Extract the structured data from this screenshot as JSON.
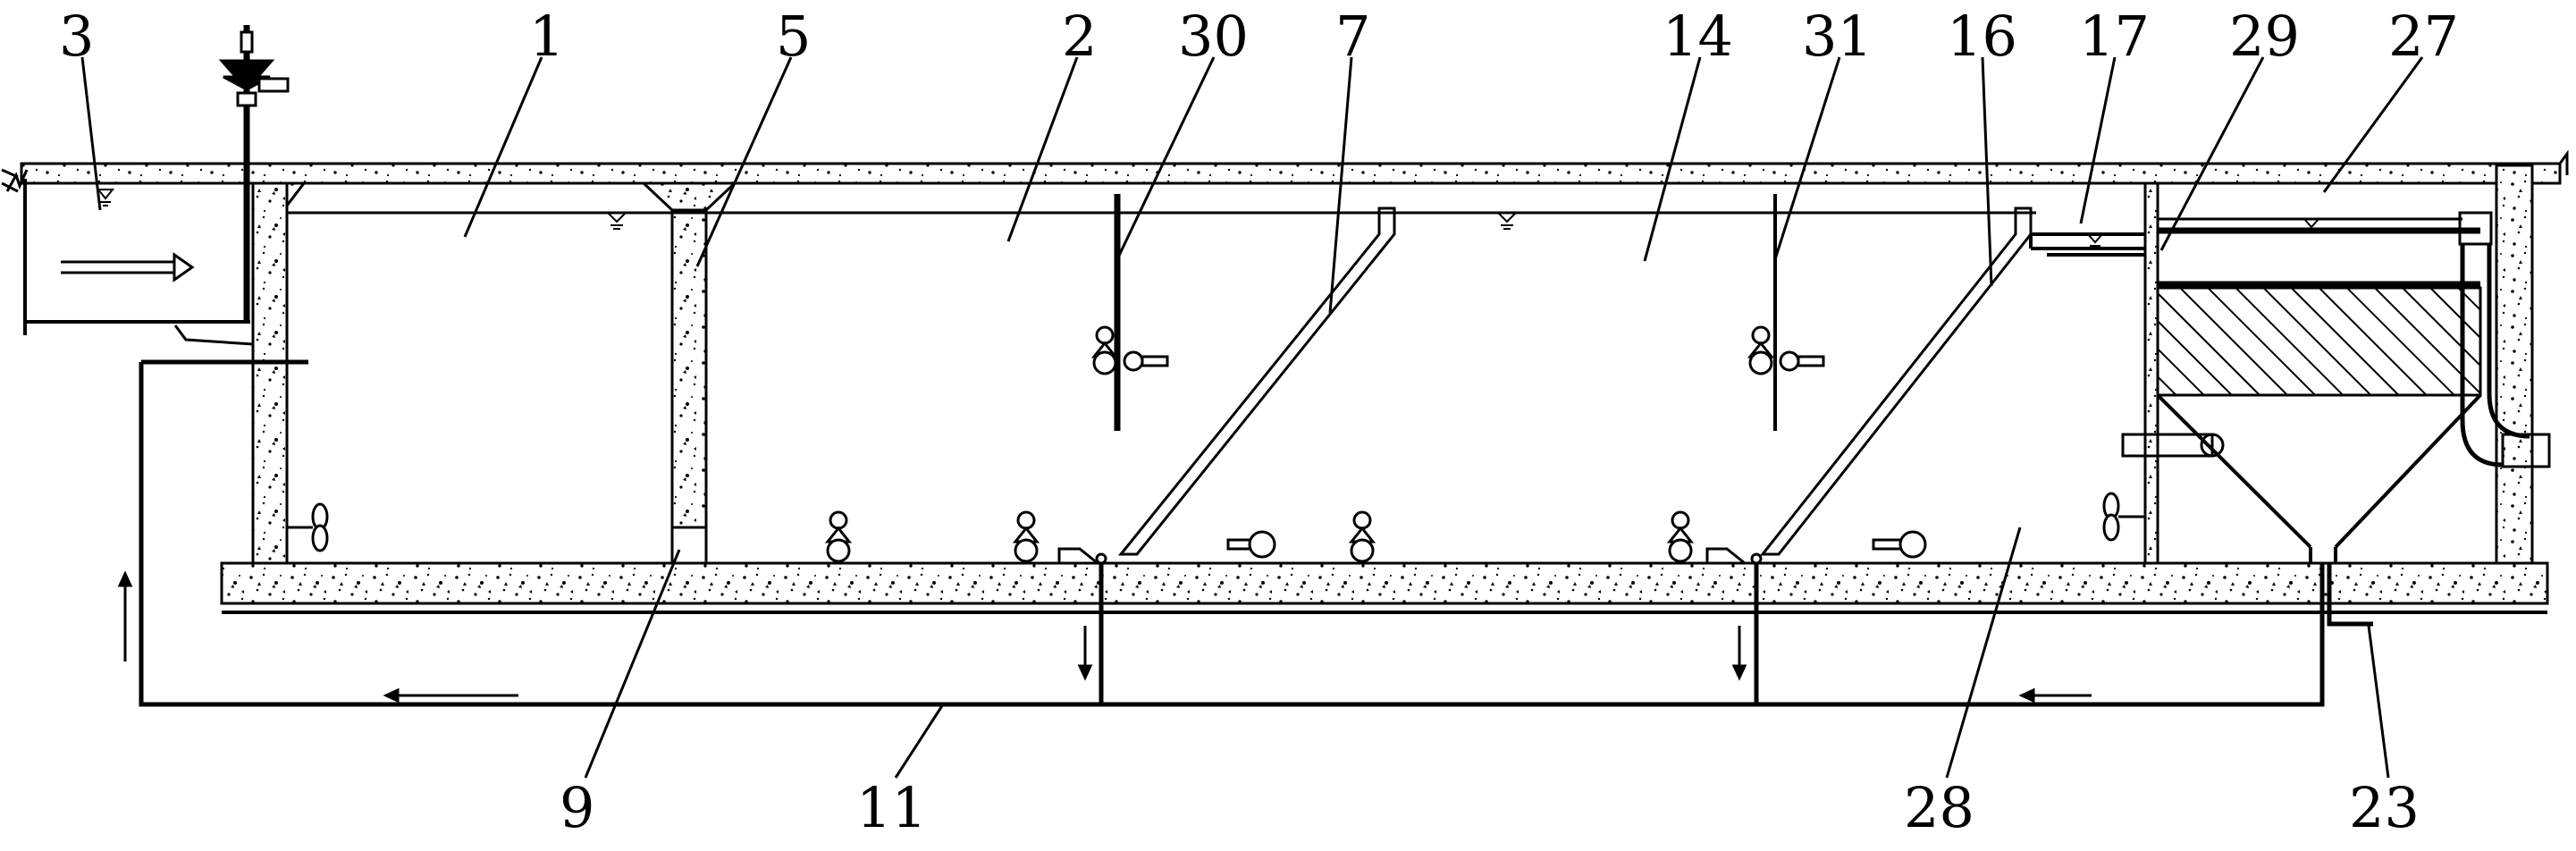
{
  "labels": {
    "l1": "1",
    "l2": "2",
    "l3": "3",
    "l5": "5",
    "l7": "7",
    "l9": "9",
    "l11": "11",
    "l14": "14",
    "l16": "16",
    "l17": "17",
    "l23": "23",
    "l27": "27",
    "l28": "28",
    "l29": "29",
    "l30": "30",
    "l31": "31"
  },
  "icons": {
    "flow_arrow": "arrow-icon",
    "mixer": "propeller-mixer-icon",
    "aerator": "aerator-icon",
    "pump": "pump-icon",
    "valve": "valve-icon",
    "water_level": "water-level-icon"
  }
}
